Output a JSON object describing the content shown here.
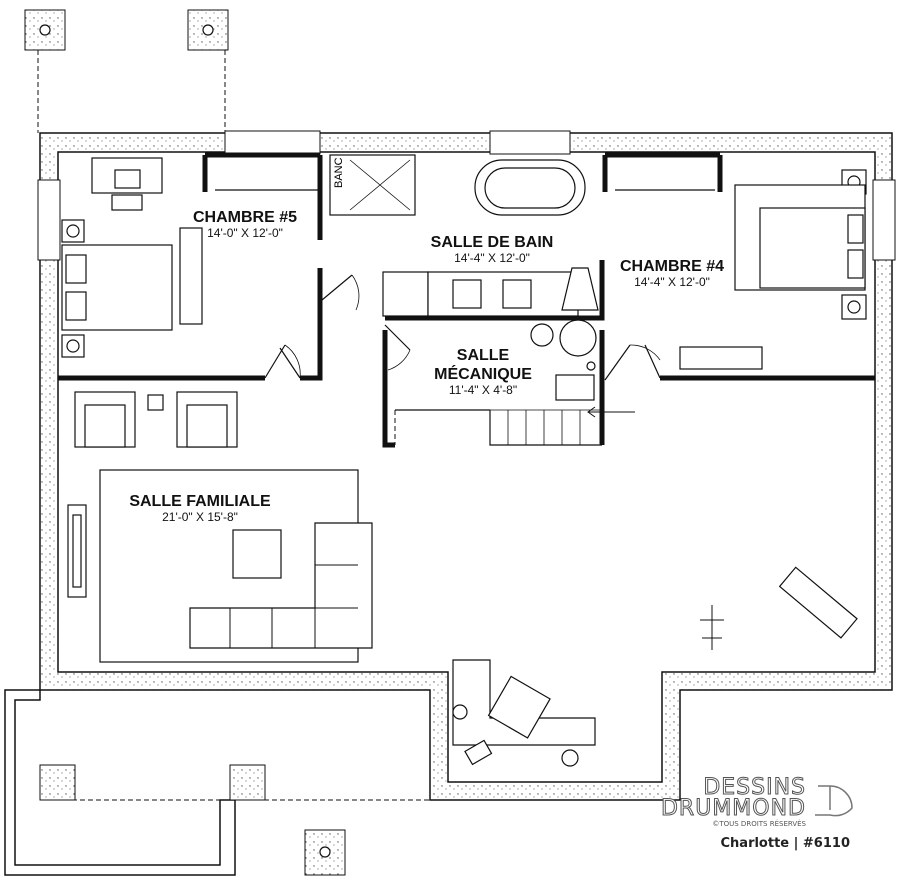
{
  "rooms": {
    "chambre5": {
      "name": "CHAMBRE #5",
      "dims": "14'-0\" X 12'-0\""
    },
    "salle_de_bain": {
      "name": "SALLE DE BAIN",
      "dims": "14'-4\" X 12'-0\"",
      "banc": "BANC"
    },
    "chambre4": {
      "name": "CHAMBRE #4",
      "dims": "14'-4\" X 12'-0\""
    },
    "salle_mecanique": {
      "name_line1": "SALLE",
      "name_line2": "MÉCANIQUE",
      "dims": "11'-4\" X 4'-8\""
    },
    "salle_familiale": {
      "name": "SALLE FAMILIALE",
      "dims": "21'-0\" X 15'-8\""
    }
  },
  "branding": {
    "logo_line1": "DESSINS",
    "logo_line2": "DRUMMOND",
    "rights": "©TOUS DROITS RÉSERVÉS",
    "plan_label": "Charlotte | #6110"
  }
}
